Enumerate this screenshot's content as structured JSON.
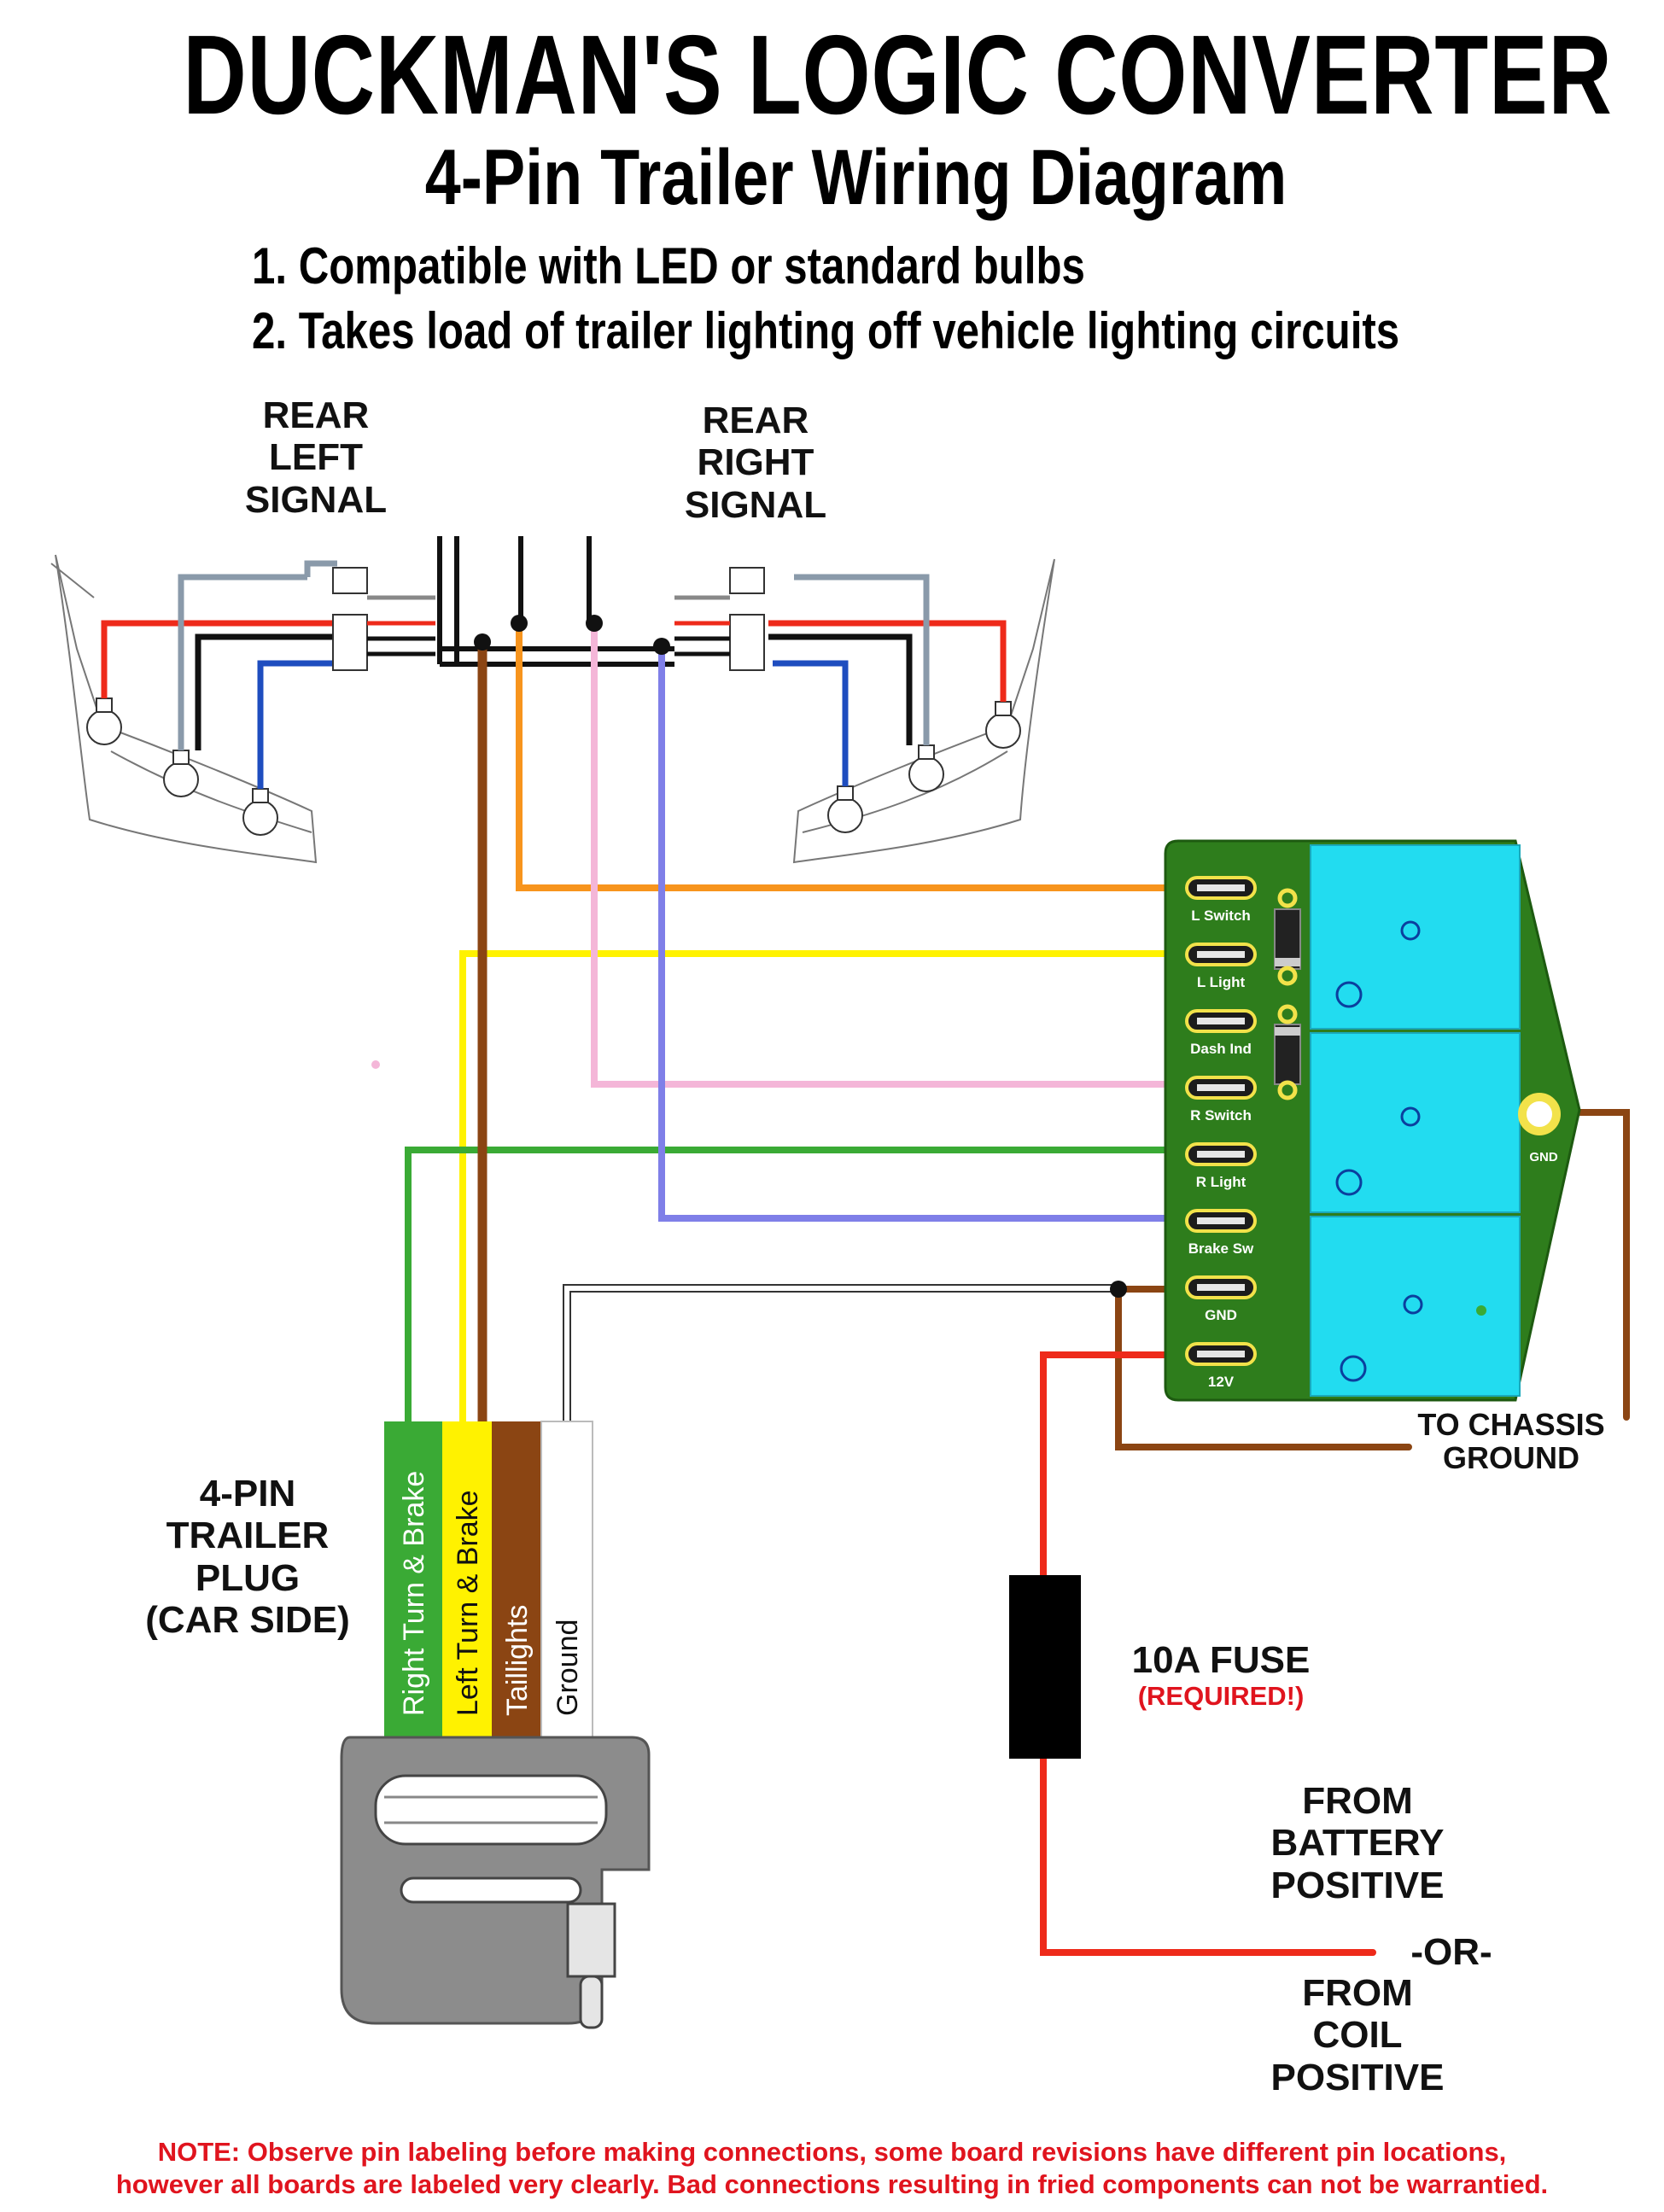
{
  "title": "DUCKMAN'S LOGIC CONVERTER",
  "subtitle": "4-Pin Trailer Wiring Diagram",
  "features": [
    "1. Compatible with LED or standard bulbs",
    "2. Takes load of trailer lighting off vehicle lighting circuits"
  ],
  "labels": {
    "rear_left": [
      "REAR",
      "LEFT",
      "SIGNAL"
    ],
    "rear_right": [
      "REAR",
      "RIGHT",
      "SIGNAL"
    ],
    "plug": [
      "4-PIN",
      "TRAILER",
      "PLUG",
      "(CAR SIDE)"
    ],
    "chassis": [
      "TO CHASSIS",
      "GROUND"
    ],
    "fuse": "10A FUSE",
    "fuse_note": "(REQUIRED!)",
    "battery": [
      "FROM",
      "BATTERY",
      "POSITIVE"
    ],
    "or": "-OR-",
    "coil": [
      "FROM",
      "COIL",
      "POSITIVE"
    ]
  },
  "board": {
    "pins": [
      "L Switch",
      "L Light",
      "Dash Ind",
      "R Switch",
      "R Light",
      "Brake Sw",
      "GND",
      "12V"
    ],
    "gnd_label": "GND"
  },
  "plug_wires": [
    "Right Turn & Brake",
    "Left Turn & Brake",
    "Taillights",
    "Ground"
  ],
  "note_lines": [
    "NOTE: Observe pin labeling before making connections, some board revisions have different pin locations,",
    "however all boards are labeled very clearly.  Bad connections resulting in fried components can not be warrantied."
  ],
  "colors": {
    "orange": "#f7941d",
    "yellow": "#fff200",
    "pink": "#f4b6d8",
    "green": "#3aaa35",
    "blue": "#7f7fe8",
    "brown": "#8b4513",
    "red": "#ee2a1a",
    "board": "#2e7d1c",
    "relay": "#22dcf0",
    "warning": "#e0141e"
  }
}
